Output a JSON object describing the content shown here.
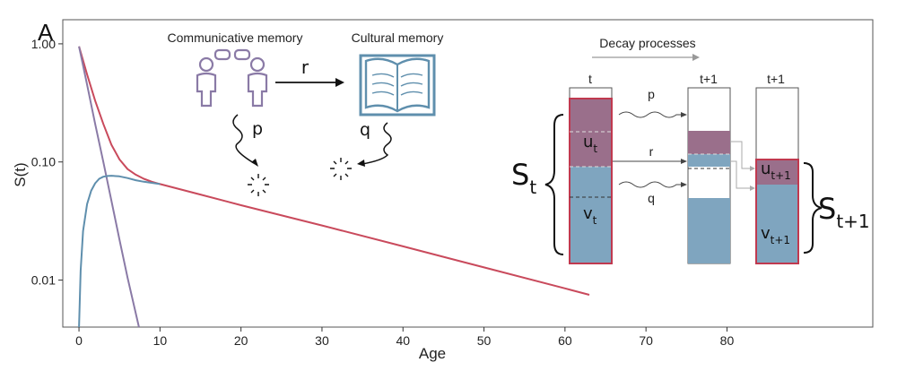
{
  "panel_label": "A",
  "colors": {
    "total": "#c94a5c",
    "communicative": "#8a7aa6",
    "cultural": "#5f8fad",
    "box_red": "#c0394f",
    "box_blue": "#7fa5bf",
    "box_purple": "#9a6f8b",
    "axis": "#333333"
  },
  "diagram": {
    "communicative_label": "Communicative memory",
    "cultural_label": "Cultural memory",
    "transfer_rate": "r",
    "comm_decay_rate": "p",
    "cult_decay_rate": "q",
    "decay_processes_label": "Decay processes",
    "col_t": "t",
    "col_t1a": "t+1",
    "col_t1b": "t+1",
    "arrow_p": "p",
    "arrow_r": "r",
    "arrow_q": "q",
    "u_t": "u",
    "u_t_sub": "t",
    "v_t": "v",
    "v_t_sub": "t",
    "u_t1": "u",
    "u_t1_sub": "t+1",
    "v_t1": "v",
    "v_t1_sub": "t+1",
    "S_t": "S",
    "S_t_sub": "t",
    "S_t1": "S",
    "S_t1_sub": "t+1"
  },
  "chart_data": {
    "type": "line",
    "xlabel": "Age",
    "ylabel": "S(t)",
    "xlim": [
      -2,
      98
    ],
    "ylim": [
      0.004,
      1.6
    ],
    "yscale": "log",
    "xticks": [
      0,
      10,
      20,
      30,
      40,
      50,
      60,
      70,
      80
    ],
    "yticks": [
      {
        "value": 1.0,
        "label": "1.00"
      },
      {
        "value": 0.1,
        "label": "0.10"
      },
      {
        "value": 0.01,
        "label": "0.01"
      }
    ],
    "grid": false,
    "series": [
      {
        "key": "total",
        "x": [
          0,
          1,
          2,
          3,
          4,
          5,
          6,
          7,
          8,
          9,
          10,
          15,
          20,
          30,
          40,
          50,
          60,
          63
        ],
        "y": [
          0.95,
          0.55,
          0.33,
          0.21,
          0.14,
          0.105,
          0.087,
          0.078,
          0.072,
          0.068,
          0.065,
          0.053,
          0.043,
          0.029,
          0.0193,
          0.0128,
          0.0085,
          0.0075
        ]
      },
      {
        "key": "communicative",
        "x": [
          0,
          1,
          2,
          3,
          4,
          5,
          6,
          7.4
        ],
        "y": [
          0.95,
          0.45,
          0.21,
          0.1,
          0.047,
          0.022,
          0.0105,
          0.004
        ]
      },
      {
        "key": "cultural",
        "x": [
          0,
          0.2,
          0.5,
          1,
          1.5,
          2,
          2.5,
          3,
          3.5,
          4,
          5,
          6,
          7,
          8,
          10
        ],
        "y": [
          0.004,
          0.012,
          0.026,
          0.044,
          0.057,
          0.066,
          0.072,
          0.075,
          0.076,
          0.0765,
          0.0755,
          0.073,
          0.07,
          0.068,
          0.065
        ]
      }
    ]
  }
}
